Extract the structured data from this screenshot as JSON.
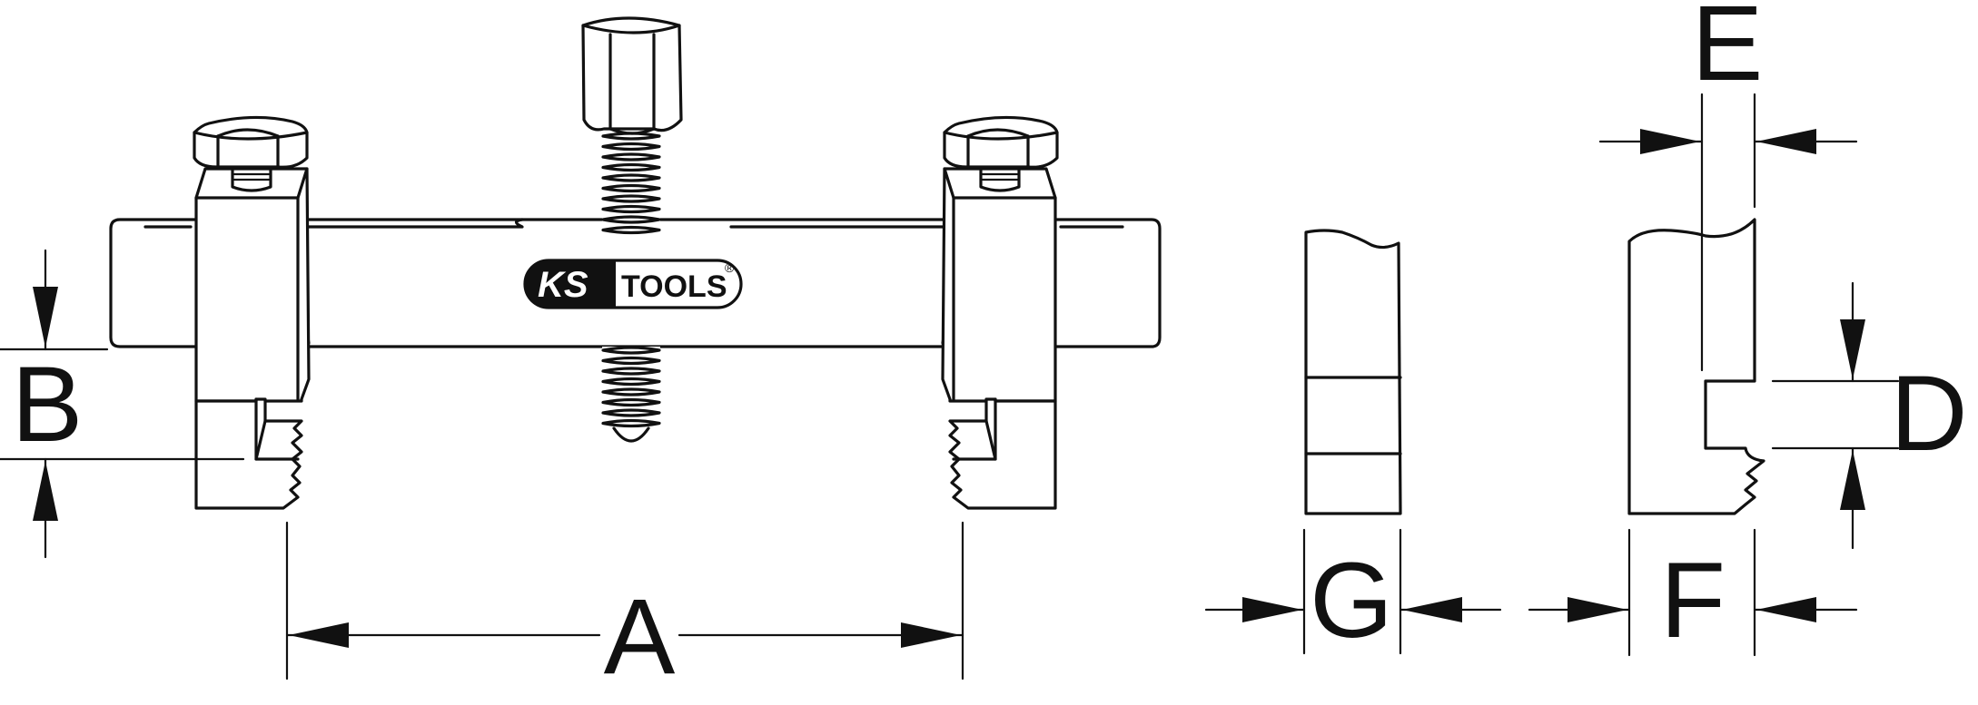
{
  "dimensions": {
    "A": "A",
    "B": "B",
    "D": "D",
    "E": "E",
    "F": "F",
    "G": "G"
  },
  "logo": {
    "brand_left": "KS",
    "brand_right": "TOOLS",
    "registered": "®"
  }
}
